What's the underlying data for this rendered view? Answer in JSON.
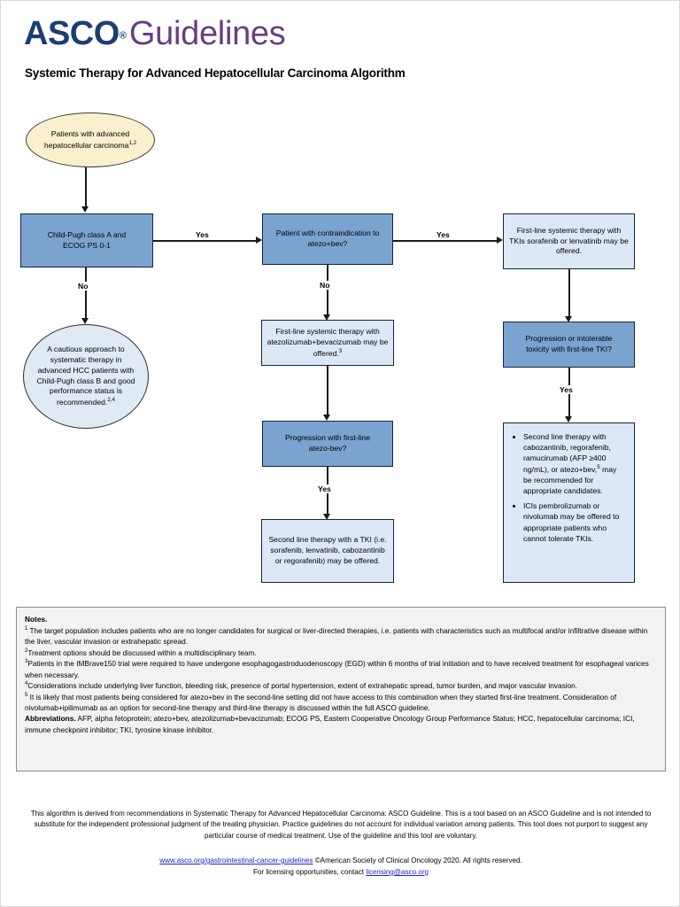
{
  "header": {
    "logo_primary": "ASCO",
    "logo_registered": "®",
    "logo_secondary": "Guidelines",
    "title": "Systemic Therapy for Advanced Hepatocellular Carcinoma Algorithm",
    "colors": {
      "asco_navy": "#1b3f72",
      "guidelines_purple": "#6a3d80"
    }
  },
  "flowchart": {
    "colors": {
      "start_fill": "#faf0cd",
      "decision_fill": "#7ba3d0",
      "action_fill": "#dce8f5",
      "circle_fill": "#dfeaf5",
      "border": "#12263f",
      "connector": "#1a1a1a"
    },
    "nodes": {
      "start": {
        "text": "Patients with advanced hepatocellular carcinoma",
        "sup": "1,2"
      },
      "child_pugh": {
        "line1": "Child-Pugh class A and",
        "line2": "ECOG PS 0-1"
      },
      "cautious": {
        "text": "A cautious approach to systematic therapy in advanced HCC patients with Child-Pugh class B and good performance status is recommended.",
        "sup": "2,4"
      },
      "contraindication": {
        "line1": "Patient with contraindication to",
        "line2": "atezo+bev?"
      },
      "first_line_atezo": {
        "text": "First-line systemic therapy with atezolizumab+bevacizumab may be offered.",
        "sup": "3"
      },
      "progression_atezo": {
        "line1": "Progression with first-line",
        "line2": "atezo-bev?"
      },
      "second_line_tki": {
        "text": "Second line therapy with a TKI (i.e. sorafenib, lenvatinib, cabozantinib or regorafenib) may be offered."
      },
      "first_line_tki": {
        "text": "First-line systemic therapy with TKIs sorafenib or lenvatinib may be offered."
      },
      "progression_tki": {
        "line1": "Progression or intolerable",
        "line2": "toxicity with first-line TKI?"
      },
      "second_line_options": {
        "bullet1_pre": "Second line therapy with cabozantinib, regorafenib, ramucirumab (AFP ≥400 ng/mL), or atezo+bev,",
        "bullet1_sup": "5",
        "bullet1_post": " may be recommended for appropriate candidates.",
        "bullet2": "ICIs pembrolizumab or nivolumab may be offered to appropriate patients who cannot tolerate TKIs."
      }
    },
    "edge_labels": {
      "yes_child_pugh": "Yes",
      "no_child_pugh": "No",
      "yes_contraindication": "Yes",
      "no_contraindication": "No",
      "yes_progression_atezo": "Yes",
      "yes_progression_tki": "Yes"
    }
  },
  "notes": {
    "title": "Notes.",
    "items": [
      {
        "marker": "1",
        "text": " The target population includes patients who are no longer candidates for surgical or liver-directed therapies, i.e. patients with characteristics such as multifocal and/or infiltrative disease within the liver, vascular invasion or extrahepatic spread."
      },
      {
        "marker": "2",
        "text": "Treatment options should be discussed within a multidisciplinary team."
      },
      {
        "marker": "3",
        "text": "Patients in the IMBrave150 trial were required to have undergone esophagogastroduodenoscopy (EGD) within 6 months of trial initiation and to have received treatment for esophageal varices when necessary."
      },
      {
        "marker": "4",
        "text": "Considerations include underlying liver function, bleeding risk, presence of portal hypertension, extent of extrahepatic spread, tumor burden, and major vascular invasion."
      },
      {
        "marker": "5",
        "text": " It is likely that most patients being considered for atezo+bev in the second-line setting did not have access to this combination when they started first-line treatment. Consideration of nivolumab+ipilimumab as an option for second-line therapy and third-line therapy is discussed within the full ASCO guideline."
      }
    ],
    "abbreviations_label": "Abbreviations.",
    "abbreviations_text": " AFP, alpha fetoprotein; atezo+bev, atezolizumab+bevacizumab; ECOG PS, Eastern Cooperative Oncology Group Performance Status; HCC, hepatocellular carcinoma; ICI, immune checkpoint inhibitor; TKI, tyrosine kinase inhibitor."
  },
  "footer": {
    "disclaimer": "This algorithm is derived from recommendations in Systematic Therapy for Advanced Hepatocellular Carcinoma: ASCO Guideline. This is a tool based on an ASCO Guideline and is not intended to substitute for the independent professional judgment of the treating physician. Practice guidelines do not account for individual variation among patients. This tool does not purport to suggest any particular course of medical treatment. Use of the guideline and this tool are voluntary.",
    "url": "www.asco.org/gastrointestinal-cancer-guidelines",
    "copyright": " ©American Society of Clinical Oncology 2020.  All rights reserved.",
    "licensing_prefix": "For licensing opportunities, contact ",
    "licensing_email": "licensing@asco.org"
  }
}
